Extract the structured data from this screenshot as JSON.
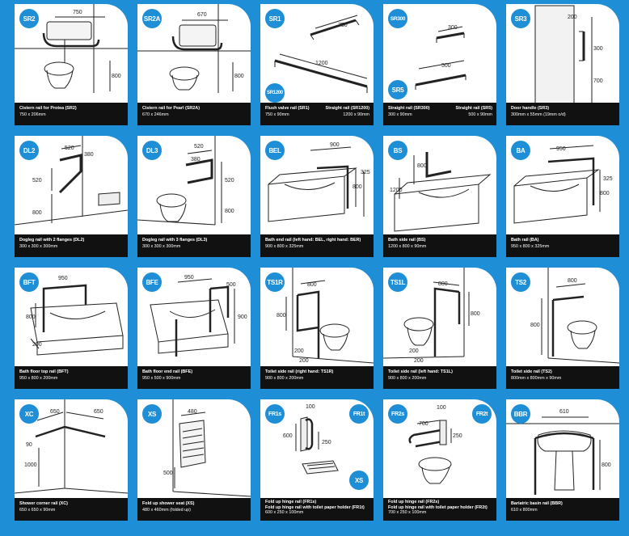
{
  "cards": [
    {
      "id": "sr2",
      "badge": "SR2",
      "title": "Cistern rail for Protea (SR2)",
      "spec": "750 x 206mm",
      "dims": [
        "750",
        "800"
      ]
    },
    {
      "id": "sr2a",
      "badge": "SR2A",
      "title": "Cistern rail for Pearl (SR2A)",
      "spec": "670 x 246mm",
      "dims": [
        "670",
        "800"
      ]
    },
    {
      "id": "sr1",
      "badge": "SR1",
      "badge2": "SR1200",
      "title_left": "Flush valve rail (SR1)",
      "spec_left": "750 x 90mm",
      "title_right": "Straight rail (SR1200)",
      "spec_right": "1200 x 90mm",
      "dims": [
        "750",
        "1200"
      ]
    },
    {
      "id": "sr300",
      "badge": "SR300",
      "badge2": "SR5",
      "title_left": "Straight rail (SR300)",
      "spec_left": "300 x 90mm",
      "title_right": "Straight rail (SR5)",
      "spec_right": "500 x 90mm",
      "dims": [
        "300",
        "500"
      ]
    },
    {
      "id": "sr3",
      "badge": "SR3",
      "title": "Door handle (SR3)",
      "spec": "300mm x 55mm (19mm o/d)",
      "dims": [
        "200",
        "300",
        "700"
      ]
    },
    {
      "id": "dl2",
      "badge": "DL2",
      "title": "Dogleg rail with 2 flanges (DL2)",
      "spec": "300 x 300 x 300mm",
      "dims": [
        "520",
        "380",
        "520",
        "800"
      ]
    },
    {
      "id": "dl3",
      "badge": "DL3",
      "title": "Dogleg rail with 3 flanges (DL3)",
      "spec": "300 x 300 x 300mm",
      "dims": [
        "520",
        "380",
        "520",
        "800"
      ]
    },
    {
      "id": "bel",
      "badge": "BEL",
      "title": "Bath end rail (left hand: BEL, right hand: BER)",
      "spec": "900 x 800 x 325mm",
      "dims": [
        "900",
        "325",
        "800"
      ]
    },
    {
      "id": "bs",
      "badge": "BS",
      "title": "Bath side rail (BS)",
      "spec": "1200 x 800 x 90mm",
      "dims": [
        "800",
        "1200"
      ]
    },
    {
      "id": "ba",
      "badge": "BA",
      "title": "Bath rail (BA)",
      "spec": "950 x 800 x 325mm",
      "dims": [
        "950",
        "325",
        "800"
      ]
    },
    {
      "id": "bft",
      "badge": "BFT",
      "title": "Bath floor top rail (BFT)",
      "spec": "950 x 800 x 200mm",
      "dims": [
        "950",
        "800",
        "200"
      ]
    },
    {
      "id": "bfe",
      "badge": "BFE",
      "title": "Bath floor end rail (BFE)",
      "spec": "950 x 500 x 900mm",
      "dims": [
        "950",
        "500",
        "900"
      ]
    },
    {
      "id": "ts1r",
      "badge": "TS1R",
      "title": "Toilet side rail (right hand: TS1R)",
      "spec": "900 x 800 x 200mm",
      "dims": [
        "800",
        "800",
        "200",
        "200"
      ]
    },
    {
      "id": "ts1l",
      "badge": "TS1L",
      "title": "Toilet side rail (left hand: TS1L)",
      "spec": "900 x 800 x 200mm",
      "dims": [
        "800",
        "800",
        "200",
        "200"
      ]
    },
    {
      "id": "ts2",
      "badge": "TS2",
      "title": "Toilet side rail (TS2)",
      "spec": "800mm x 800mm x 90mm",
      "dims": [
        "800",
        "800"
      ]
    },
    {
      "id": "xc",
      "badge": "XC",
      "title": "Shower corner rail (XC)",
      "spec": "650 x 650 x 90mm",
      "dims": [
        "650",
        "650",
        "90",
        "1000"
      ]
    },
    {
      "id": "xs",
      "badge": "XS",
      "title": "Fold up shower seat (XS)",
      "spec": "480 x 460mm (folded up)",
      "dims": [
        "480",
        "500"
      ]
    },
    {
      "id": "fr1s",
      "badge": "FR1s",
      "badge2": "FR1t",
      "badge3": "XS",
      "title": "Fold up hinge rail (FR1s)",
      "title2": "Fold up hinge rail with toilet paper holder (FR1t)",
      "spec": "600 x 250 x 100mm",
      "dims": [
        "100",
        "600",
        "250"
      ]
    },
    {
      "id": "fr2s",
      "badge": "FR2s",
      "badge2": "FR2t",
      "title": "Fold up hinge rail (FR2s)",
      "title2": "Fold up hinge rail with toilet paper holder (FR2t)",
      "spec": "700 x 250 x 100mm",
      "dims": [
        "100",
        "700",
        "250"
      ]
    },
    {
      "id": "bbr",
      "badge": "BBR",
      "title": "Bariatric basin rail (BBR)",
      "spec": "610 x 800mm",
      "dims": [
        "610",
        "800"
      ]
    }
  ],
  "colors": {
    "background": "#1e8fd6",
    "badge": "#1e8fd6",
    "caption_bg": "#111111",
    "card": "#ffffff",
    "line": "#222222"
  }
}
